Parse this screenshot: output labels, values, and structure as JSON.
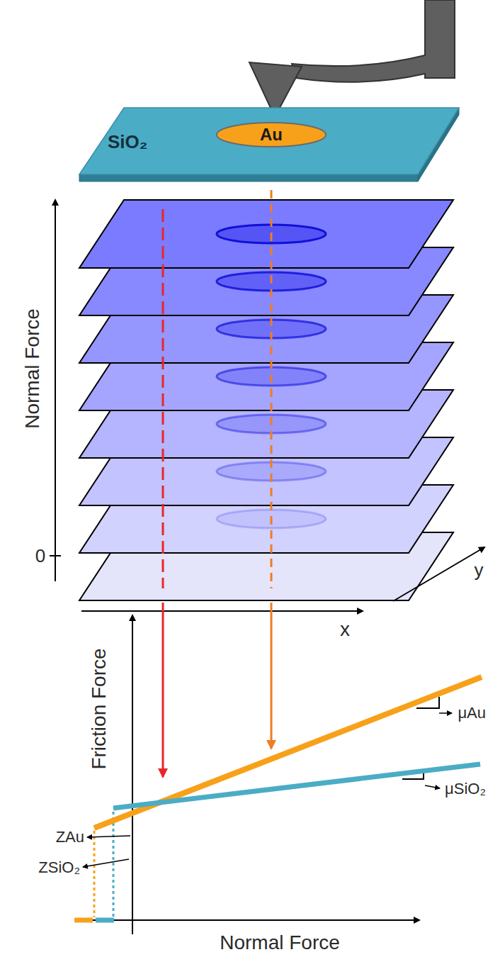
{
  "diagram": {
    "nodes": [
      {
        "text": [
          "SiO₂"
        ]
      },
      {
        "text": [
          "Au"
        ],
        "in": 0
      }
    ],
    "labels": [
      "Normal Force",
      "0",
      "y",
      "x",
      "Friction Force",
      "μAu",
      "μSiO₂",
      "ZAu",
      "ZSiO₂",
      "Normal Force"
    ]
  }
}
